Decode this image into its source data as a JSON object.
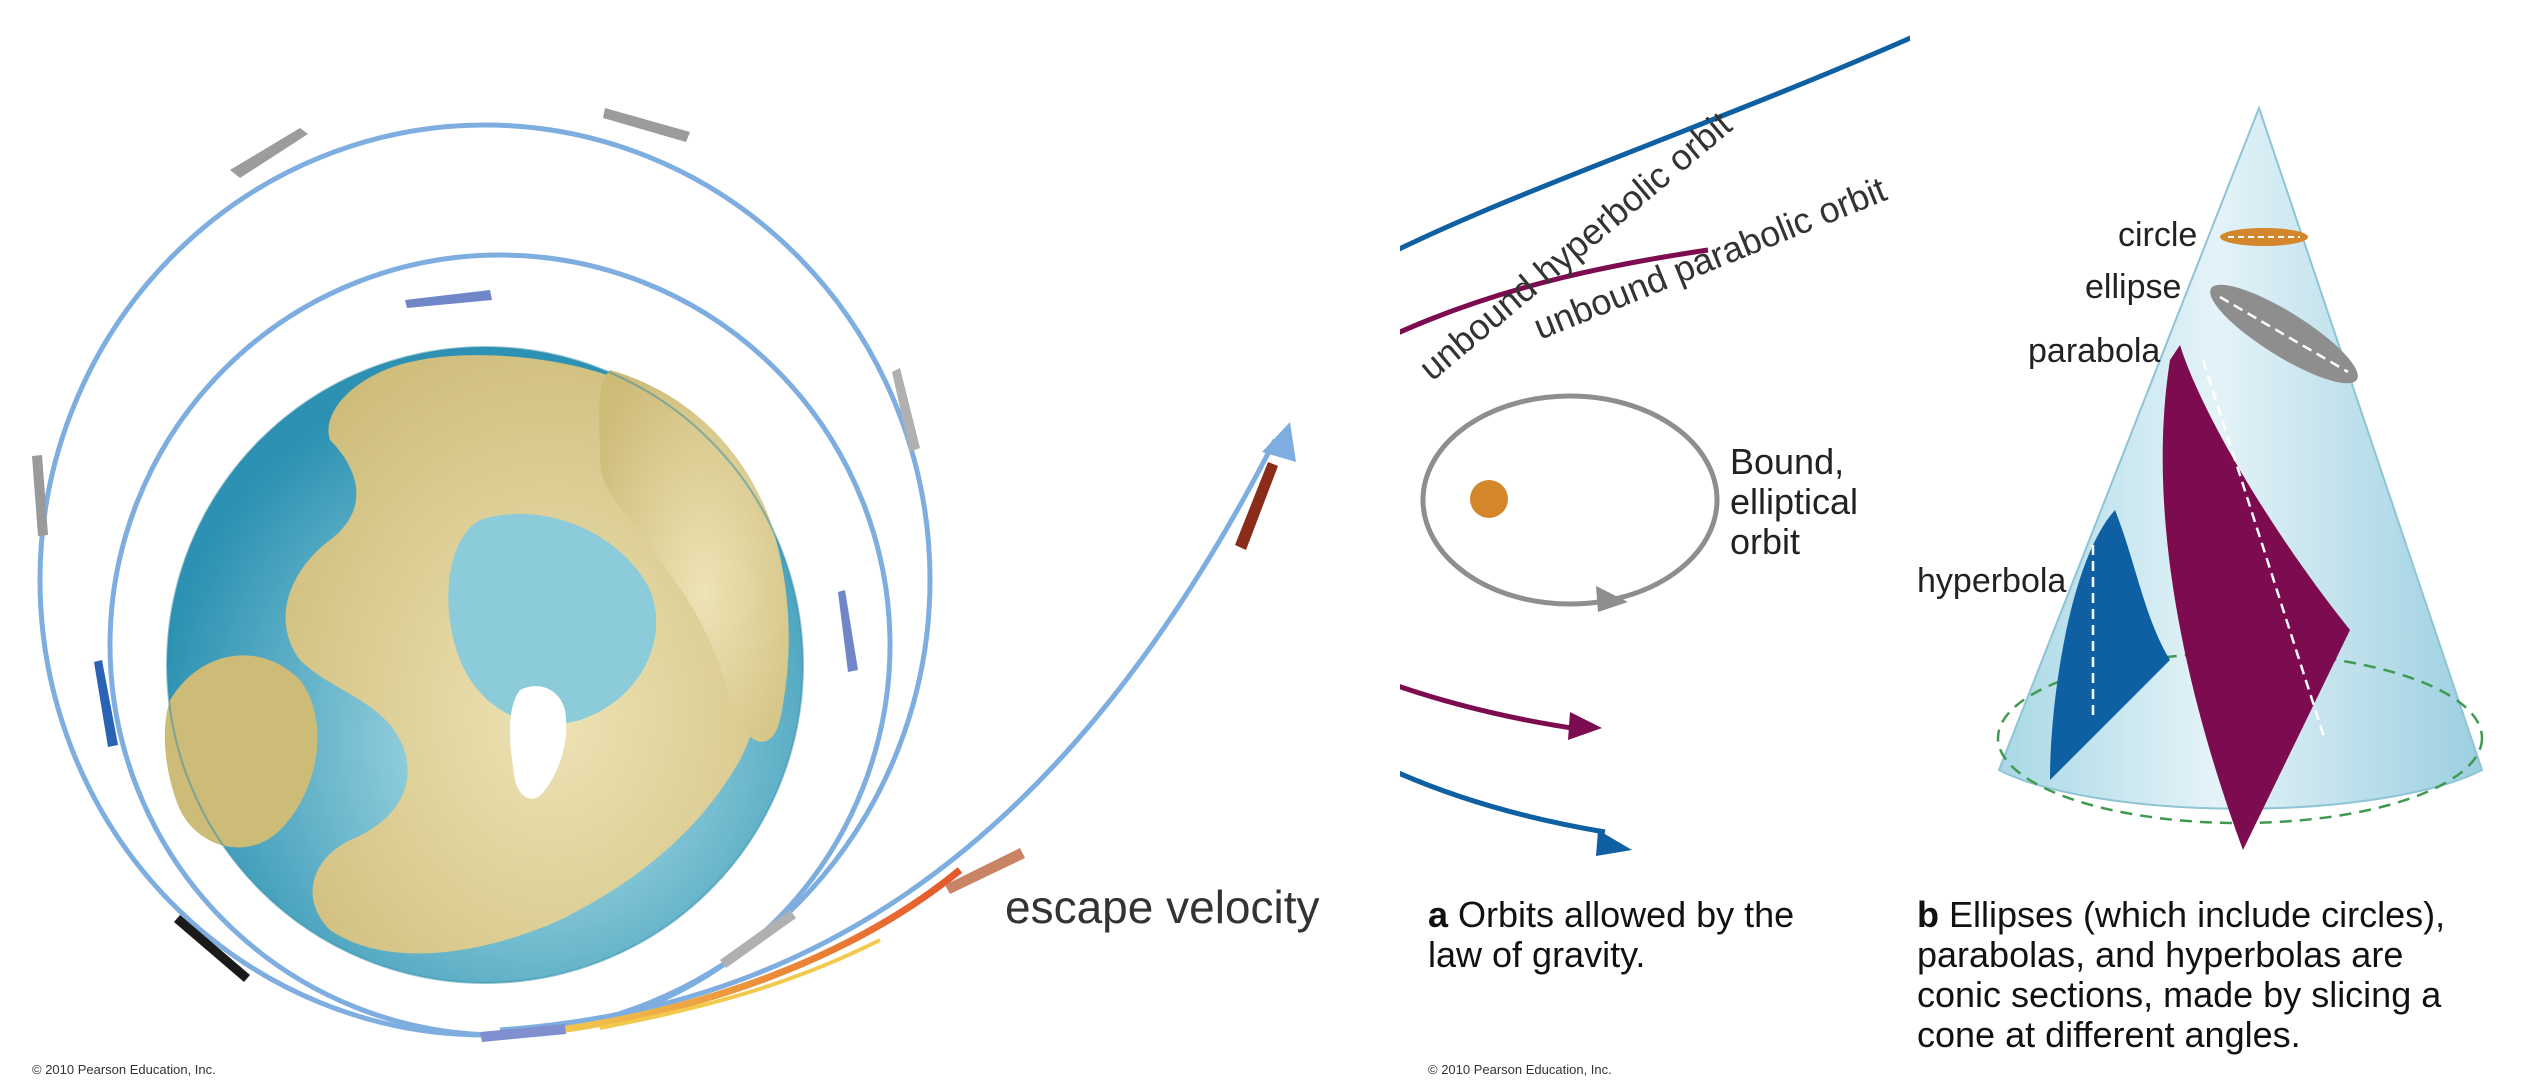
{
  "left_panel": {
    "escape_label": "escape velocity",
    "copyright": "© 2010 Pearson Education, Inc."
  },
  "middle_panel": {
    "hyperbolic_label": "unbound hyperbolic orbit",
    "parabolic_label": "unbound parabolic orbit",
    "bound_label_lines": [
      "Bound,",
      "elliptical",
      "orbit"
    ],
    "caption_letter": "a",
    "caption_lines": [
      "Orbits allowed by the",
      "law of gravity."
    ],
    "copyright": "© 2010 Pearson Education, Inc."
  },
  "right_panel": {
    "circle_label": "circle",
    "ellipse_label": "ellipse",
    "parabola_label": "parabola",
    "hyperbola_label": "hyperbola",
    "caption_letter": "b",
    "caption_lines": [
      "Ellipses (which include circles),",
      "parabolas, and hyperbolas are",
      "conic sections, made by slicing a",
      "cone at different angles."
    ]
  },
  "colors": {
    "orbit_blue": "#7eaee0",
    "hyperbolic": "#0f5fa3",
    "parabolic": "#7d0b4f",
    "ellipse_gray": "#8e8e8e",
    "sun": "#d4862b",
    "cone": "#bfe2ee",
    "ocean": "#3ba1bd",
    "land": "#d8c98a",
    "escape_rocket": "#8b2b1a"
  }
}
